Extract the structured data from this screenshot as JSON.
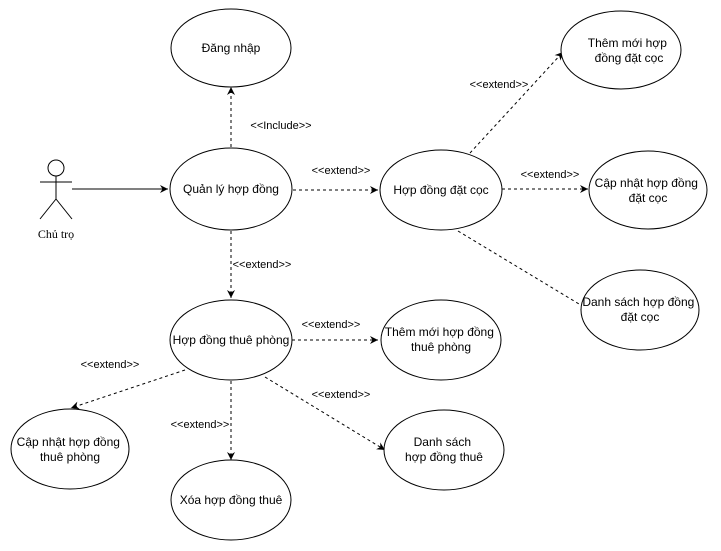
{
  "actor": {
    "label": "Chủ trọ"
  },
  "use_cases": {
    "login": [
      "Đăng nhập"
    ],
    "manage_contracts": [
      "Quản lý hợp đồng"
    ],
    "deposit_contract": [
      "Hợp đồng đặt cọc"
    ],
    "add_deposit": [
      "Thêm mới hợp",
      "đồng đặt cọc"
    ],
    "update_deposit": [
      "Cập nhật hợp đồng",
      "đặt cọc"
    ],
    "list_deposit": [
      "Danh sách hợp đồng",
      "đặt cọc"
    ],
    "rental_contract": [
      "Hợp đồng thuê phòng"
    ],
    "add_rental": [
      "Thêm mới hợp đồng",
      "thuê phòng"
    ],
    "list_rental": [
      "Danh sách",
      "hợp đồng thuê"
    ],
    "update_rental": [
      "Cập nhật hợp đồng",
      "thuê phòng"
    ],
    "delete_rental": [
      "Xóa hợp đồng thuê"
    ]
  },
  "relations": {
    "include": "<<Include>>",
    "extend": "<<extend>>"
  }
}
